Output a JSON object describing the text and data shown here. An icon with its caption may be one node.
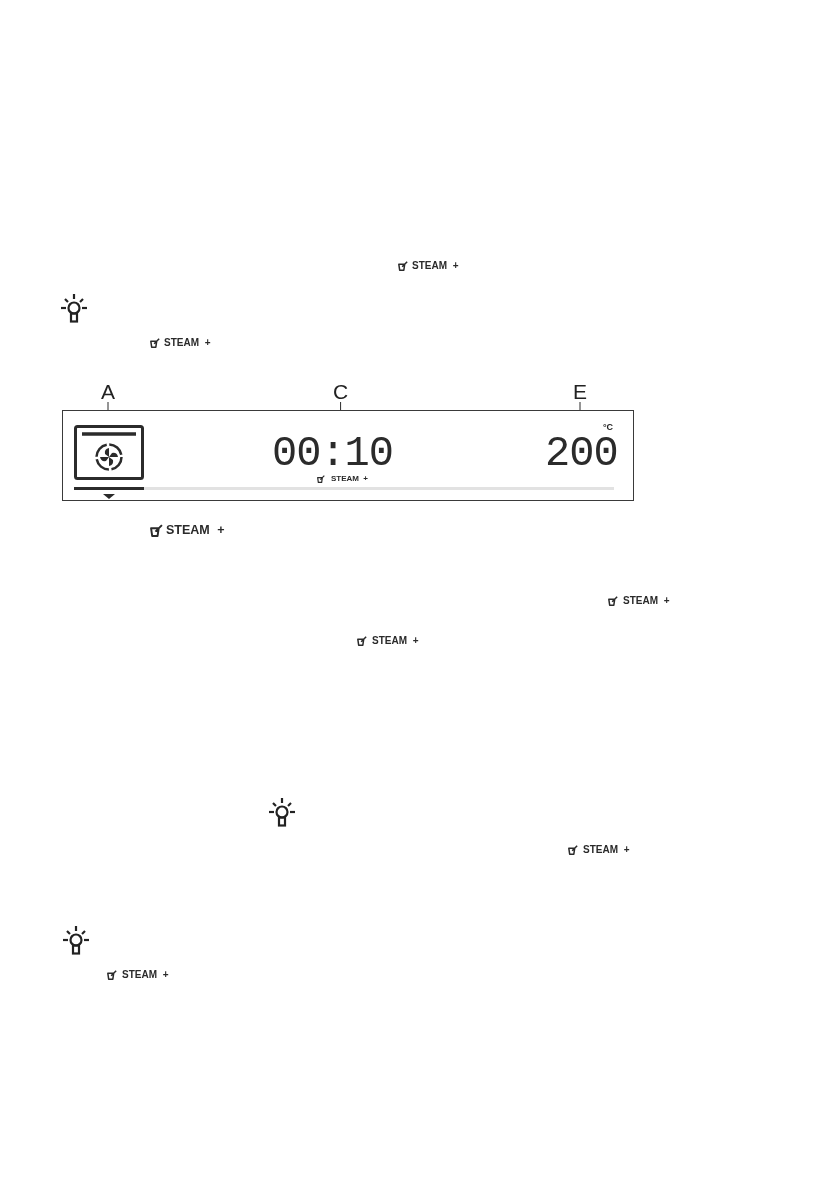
{
  "diagram": {
    "nodes": [
      {
        "text": [
          "A"
        ]
      },
      {
        "text": [
          "C"
        ]
      },
      {
        "text": [
          "E"
        ]
      },
      {
        "text": [],
        "shape": "box"
      },
      {
        "text": [],
        "shape": "picture",
        "in": 3
      },
      {
        "text": [
          "00:10"
        ],
        "in": 3
      },
      {
        "text": [
          "200"
        ],
        "beside": [
          "°C"
        ],
        "in": 3
      }
    ],
    "edges": [
      {
        "from": 0,
        "to": 4,
        "arrow": "none"
      },
      {
        "from": 1,
        "to": 5,
        "arrow": "none"
      },
      {
        "from": 2,
        "to": 6,
        "arrow": "none"
      }
    ],
    "labels": [
      "STEAM +",
      "STEAM +",
      "STEAM +",
      "STEAM +",
      "STEAM +",
      "STEAM +",
      "STEAM +",
      "STEAM +"
    ]
  }
}
